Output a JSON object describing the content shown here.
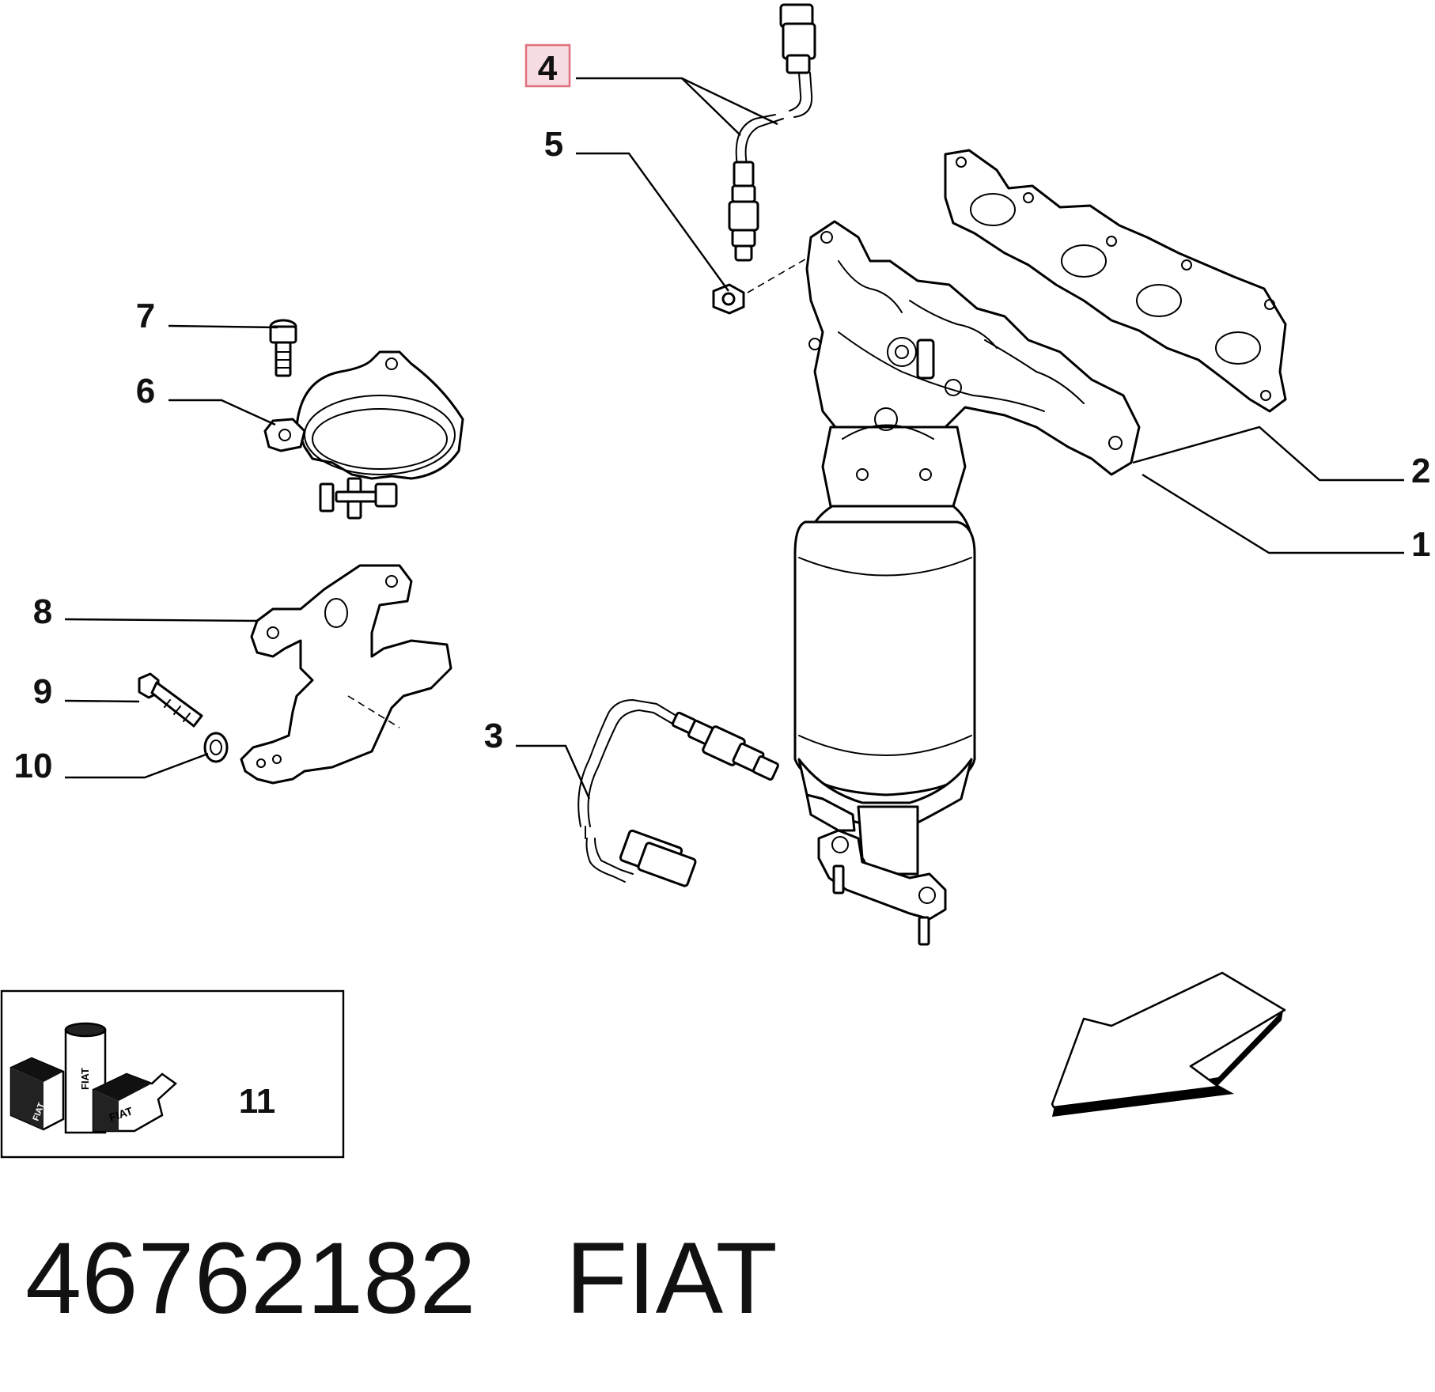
{
  "callouts": {
    "c1": "1",
    "c2": "2",
    "c3": "3",
    "c4": "4",
    "c5": "5",
    "c6": "6",
    "c7": "7",
    "c8": "8",
    "c9": "9",
    "c10": "10",
    "c11": "11"
  },
  "highlighted_callout": "4",
  "legend_logo_text": "FIAT",
  "footer": {
    "part_number": "46762182",
    "brand": "FIAT"
  },
  "colors": {
    "highlight_fill": "#f7dde2",
    "highlight_stroke": "#e0707c",
    "line": "#000000"
  },
  "icons": {
    "direction_arrow": "arrow-down-left-icon",
    "legend": "fiat-lubricant-icon"
  }
}
